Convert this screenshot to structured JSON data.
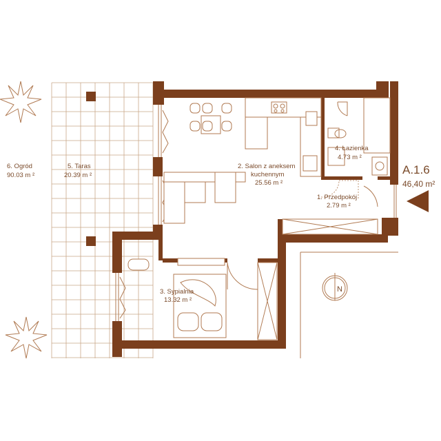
{
  "unit": {
    "code": "A.1.6",
    "area": "46,40 m²"
  },
  "rooms": [
    {
      "id": "garden",
      "name": "6. Ogród",
      "area": "90.03 m ²"
    },
    {
      "id": "terrace",
      "name": "5. Taras",
      "area": "20.39 m ²"
    },
    {
      "id": "living",
      "name": "2. Salon z aneksem",
      "name2": "kuchennym",
      "area": "25.56 m ²"
    },
    {
      "id": "bathroom",
      "name": "4. Łazienka",
      "area": "4.73 m ²"
    },
    {
      "id": "hall",
      "name": "1. Przedpokój",
      "area": "2.79 m ²"
    },
    {
      "id": "bedroom",
      "name": "3. Sypialnia",
      "area": "13.32 m ²"
    }
  ],
  "compass": {
    "letter": "N"
  },
  "colors": {
    "wall": "#7b3f1d",
    "line": "#b07a52",
    "text": "#7a4a2a"
  }
}
